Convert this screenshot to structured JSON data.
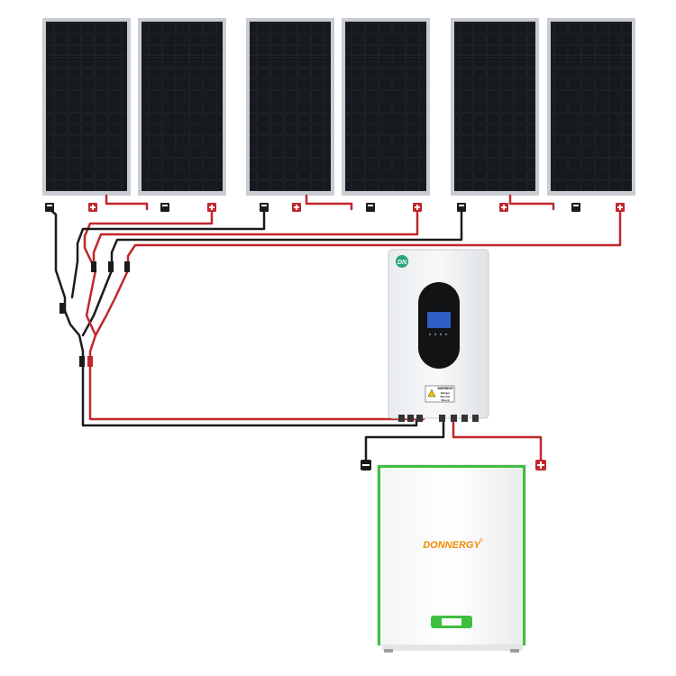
{
  "inverter": {
    "logo_text": "DN",
    "warning_title": "WARNING",
    "warning_line1": "Danger",
    "warning_line2": "Electric",
    "warning_line3": "Shock"
  },
  "battery": {
    "brand": "DONNERGY",
    "registered_mark": "®"
  },
  "colors": {
    "panel_cell": "#0f1114",
    "panel_frame": "#c9cdd2",
    "cable_red": "#c0272d",
    "cable_black": "#1b1b1b",
    "brand_orange": "#f08a00",
    "battery_green": "#3fbf3f",
    "screen_blue": "#2f5fc4"
  },
  "solar_panel_count": 6
}
